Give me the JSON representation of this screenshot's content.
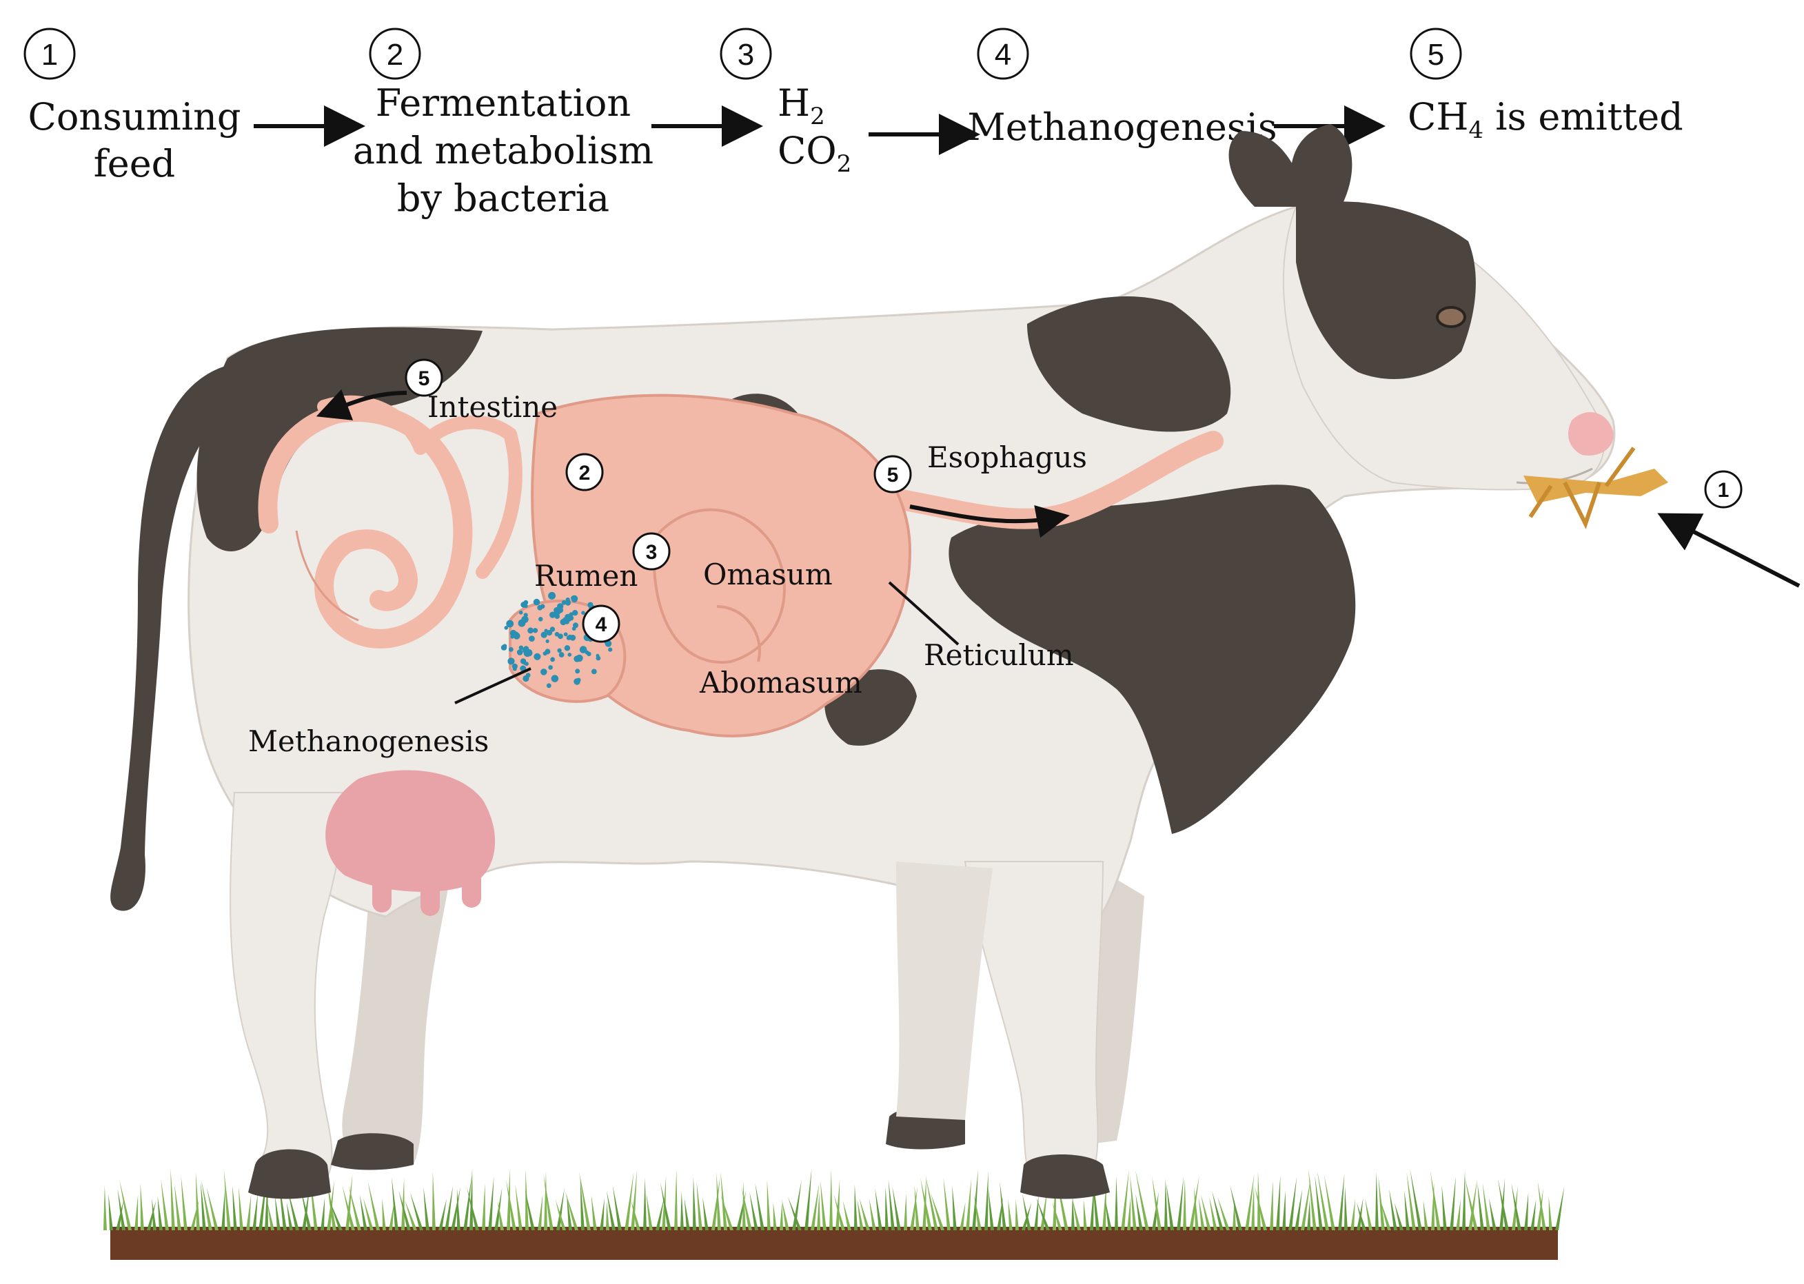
{
  "steps": [
    {
      "num": "1",
      "lines": [
        "Consuming",
        "feed"
      ]
    },
    {
      "num": "2",
      "lines": [
        "Fermentation",
        "and metabolism",
        "by bacteria"
      ]
    },
    {
      "num": "3",
      "h2_main": "H",
      "h2_sub": "2",
      "co2_main": "CO",
      "co2_sub": "2"
    },
    {
      "num": "4",
      "lines": [
        "Methanogenesis"
      ]
    },
    {
      "num": "5",
      "ch4_main": "CH",
      "ch4_sub": "4",
      "ch4_rest": " is emitted"
    }
  ],
  "labels": {
    "intestine": "Intestine",
    "esophagus": "Esophagus",
    "rumen": "Rumen",
    "omasum": "Omasum",
    "reticulum": "Reticulum",
    "abomasum": "Abomasum",
    "methanogenesis": "Methanogenesis"
  },
  "markers": {
    "intestine": "5",
    "fermentation": "2",
    "rumen": "3",
    "methanogenesis": "4",
    "esophagus": "5",
    "mouth": "1"
  },
  "colors": {
    "cow_white": "#eeeae6",
    "cow_shade": "#dcd6cf",
    "cow_patch": "#4b443f",
    "organs": "#f2b9a8",
    "organ_lines": "#e09a88",
    "udder": "#e8a3a8",
    "methane_dots": "#2a8fb3",
    "feed": "#e0a84a",
    "grass": "#5f9b3c",
    "soil": "#6b3b24"
  }
}
